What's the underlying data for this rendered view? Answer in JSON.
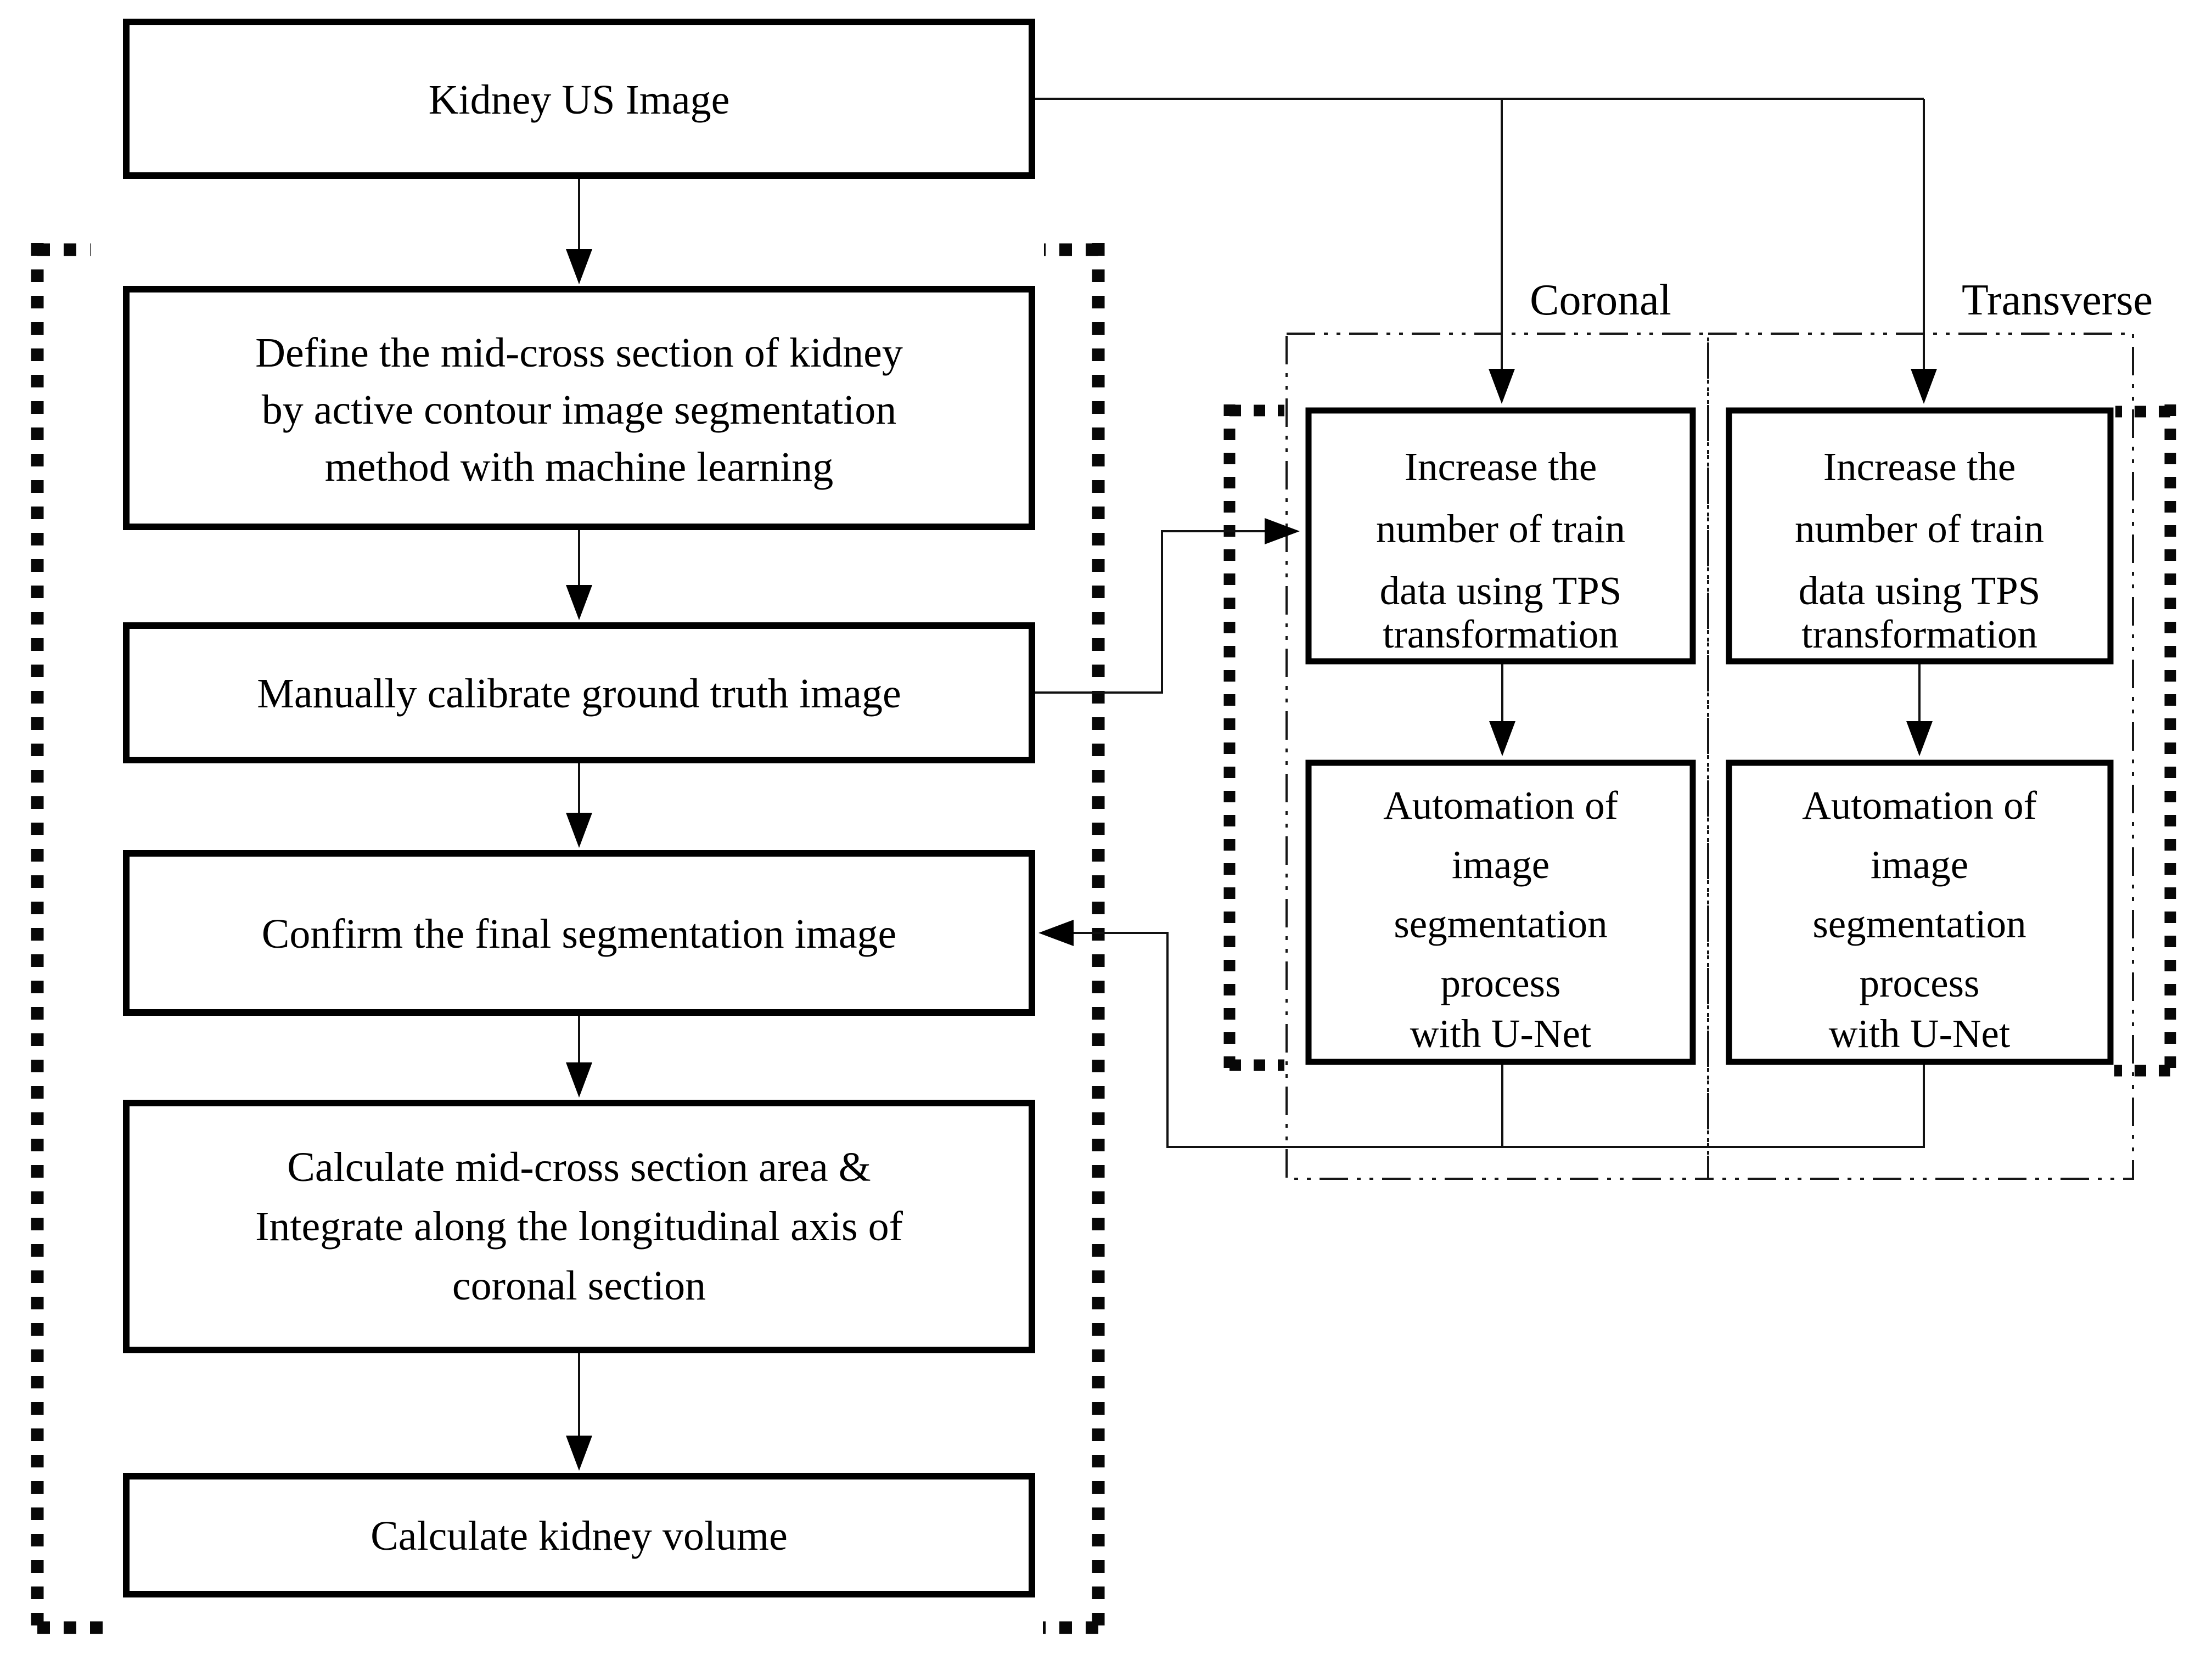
{
  "diagram": {
    "title_hint": "Kidney ultrasound volume measurement flowchart",
    "colors": {
      "ink": "#000000",
      "background": "#ffffff"
    },
    "nodes": {
      "kidney_us_image": {
        "label": "Kidney US Image"
      },
      "define_mid_cross": {
        "lines": [
          "Define the mid-cross section of kidney",
          "by active contour image segmentation",
          "method with machine learning"
        ]
      },
      "manually_calibrate": {
        "label": "Manually calibrate ground truth image"
      },
      "confirm_final": {
        "label": "Confirm the final segmentation image"
      },
      "calculate_mid_cross": {
        "lines": [
          "Calculate mid-cross section area &",
          "Integrate along the longitudinal axis of",
          "coronal section"
        ]
      },
      "calculate_volume": {
        "label": "Calculate kidney volume"
      },
      "coronal_tps": {
        "lines": [
          "Increase the",
          "number of train",
          "data using TPS",
          "transformation"
        ]
      },
      "transverse_tps": {
        "lines": [
          "Increase the",
          "number of train",
          "data using TPS",
          "transformation"
        ]
      },
      "coronal_unet": {
        "lines": [
          "Automation of",
          "image",
          "segmentation",
          "process",
          "with U-Net"
        ]
      },
      "transverse_unet": {
        "lines": [
          "Automation of",
          "image",
          "segmentation",
          "process",
          "with U-Net"
        ]
      }
    },
    "section_labels": {
      "coronal": "Coronal",
      "transverse": "Transverse"
    }
  }
}
